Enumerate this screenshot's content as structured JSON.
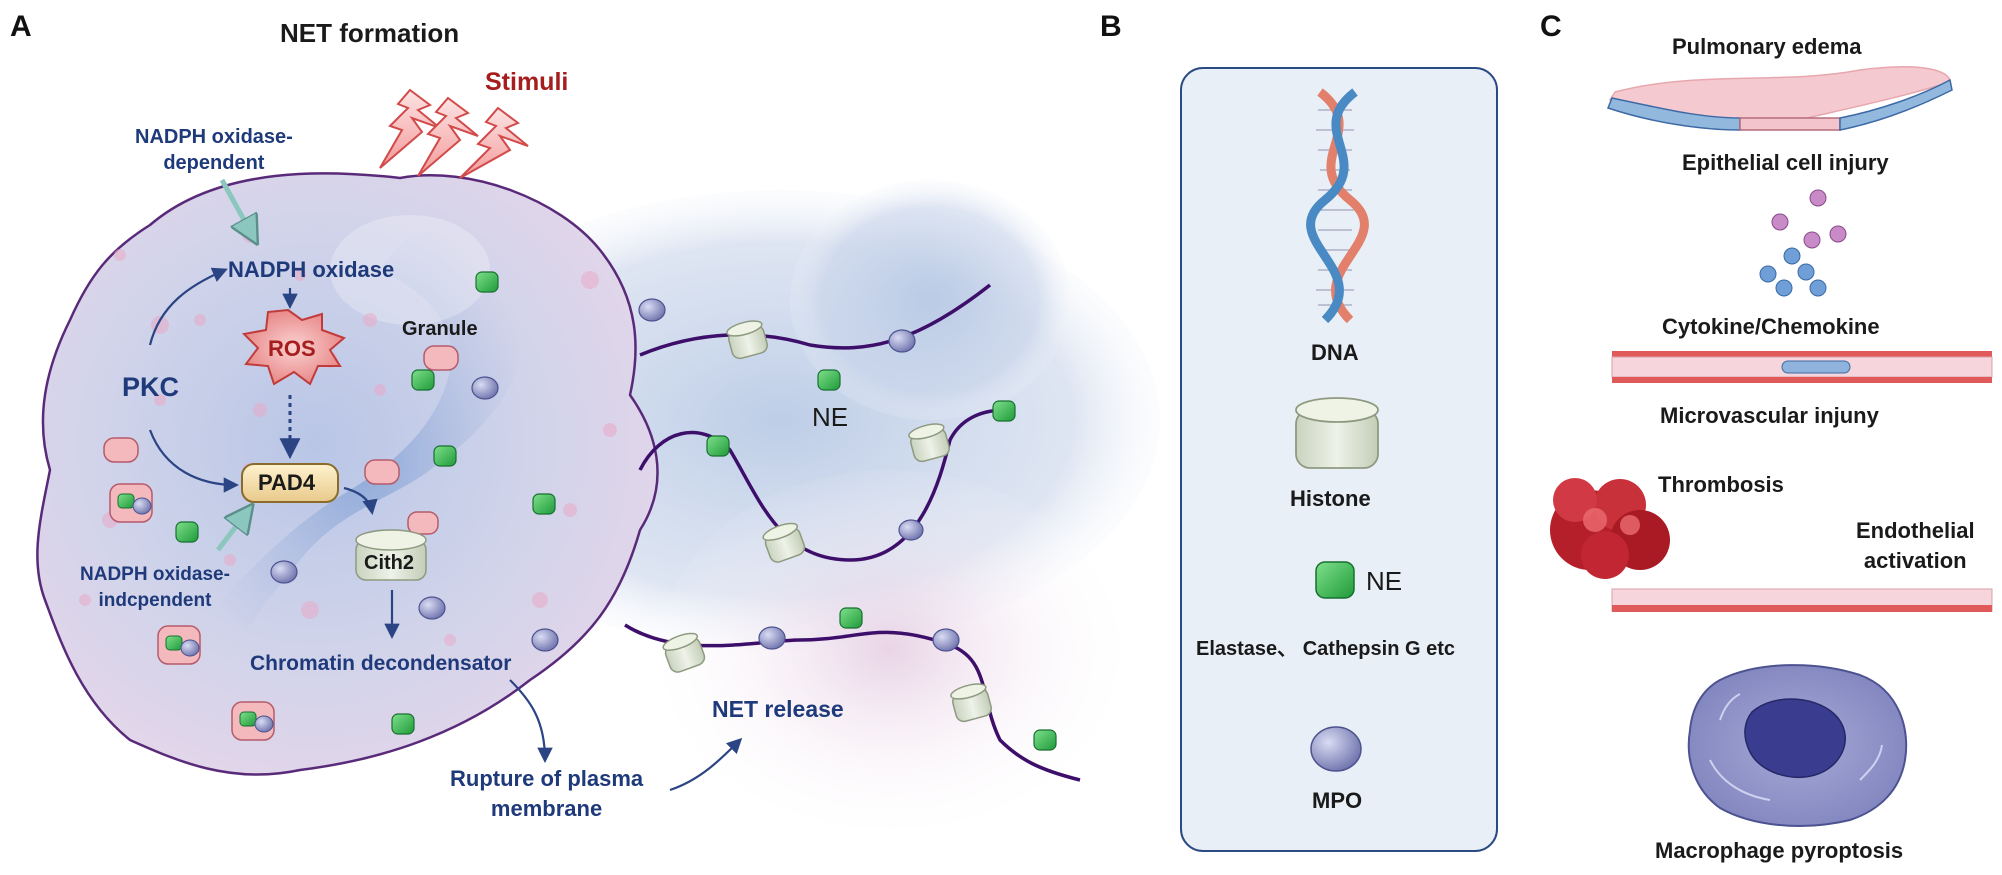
{
  "panels": {
    "a": {
      "letter": "A",
      "title": "NET formation",
      "stimuli": "Stimuli",
      "nadph_dependent": "NADPH oxidase-\ndependent",
      "nadph_oxidase": "NADPH oxidase",
      "ros": "ROS",
      "granule": "Granule",
      "pkc": "PKC",
      "pad4": "PAD4",
      "nadph_independent": "NADPH oxidase-\nindcpendent",
      "cith2": "Cith2",
      "chromatin": "Chromatin decondensator",
      "rupture": "Rupture of plasma\nmembrane",
      "net_release": "NET release",
      "ne": "NE"
    },
    "b": {
      "letter": "B",
      "dna": "DNA",
      "histone": "Histone",
      "ne": "NE",
      "elastase": "Elastase、 Cathepsin G etc",
      "mpo": "MPO"
    },
    "c": {
      "letter": "C",
      "pulmonary_edema": "Pulmonary edema",
      "epithelial_injury": "Epithelial cell injury",
      "cytokine": "Cytokine/Chemokine",
      "microvascular": "Microvascular injuny",
      "thrombosis": "Thrombosis",
      "endothelial": "Endothelial\nactivation",
      "macrophage": "Macrophage pyroptosis"
    }
  },
  "colors": {
    "navy_text": "#1f3a7a",
    "stimuli_red": "#a51d1d",
    "ne_green": "#2fae4a",
    "mpo_purple": "#8f94c8",
    "histone_fill": "#dfe6d6",
    "net_strand": "#3d0f6b",
    "legend_bg": "#e9eff6"
  },
  "icons": [
    "lightning-bolt-icon",
    "dna-helix-icon",
    "histone-icon",
    "ne-granule-icon",
    "mpo-sphere-icon",
    "cytokine-dots-icon",
    "blood-vessel-icon",
    "thrombus-icon",
    "macrophage-icon"
  ]
}
